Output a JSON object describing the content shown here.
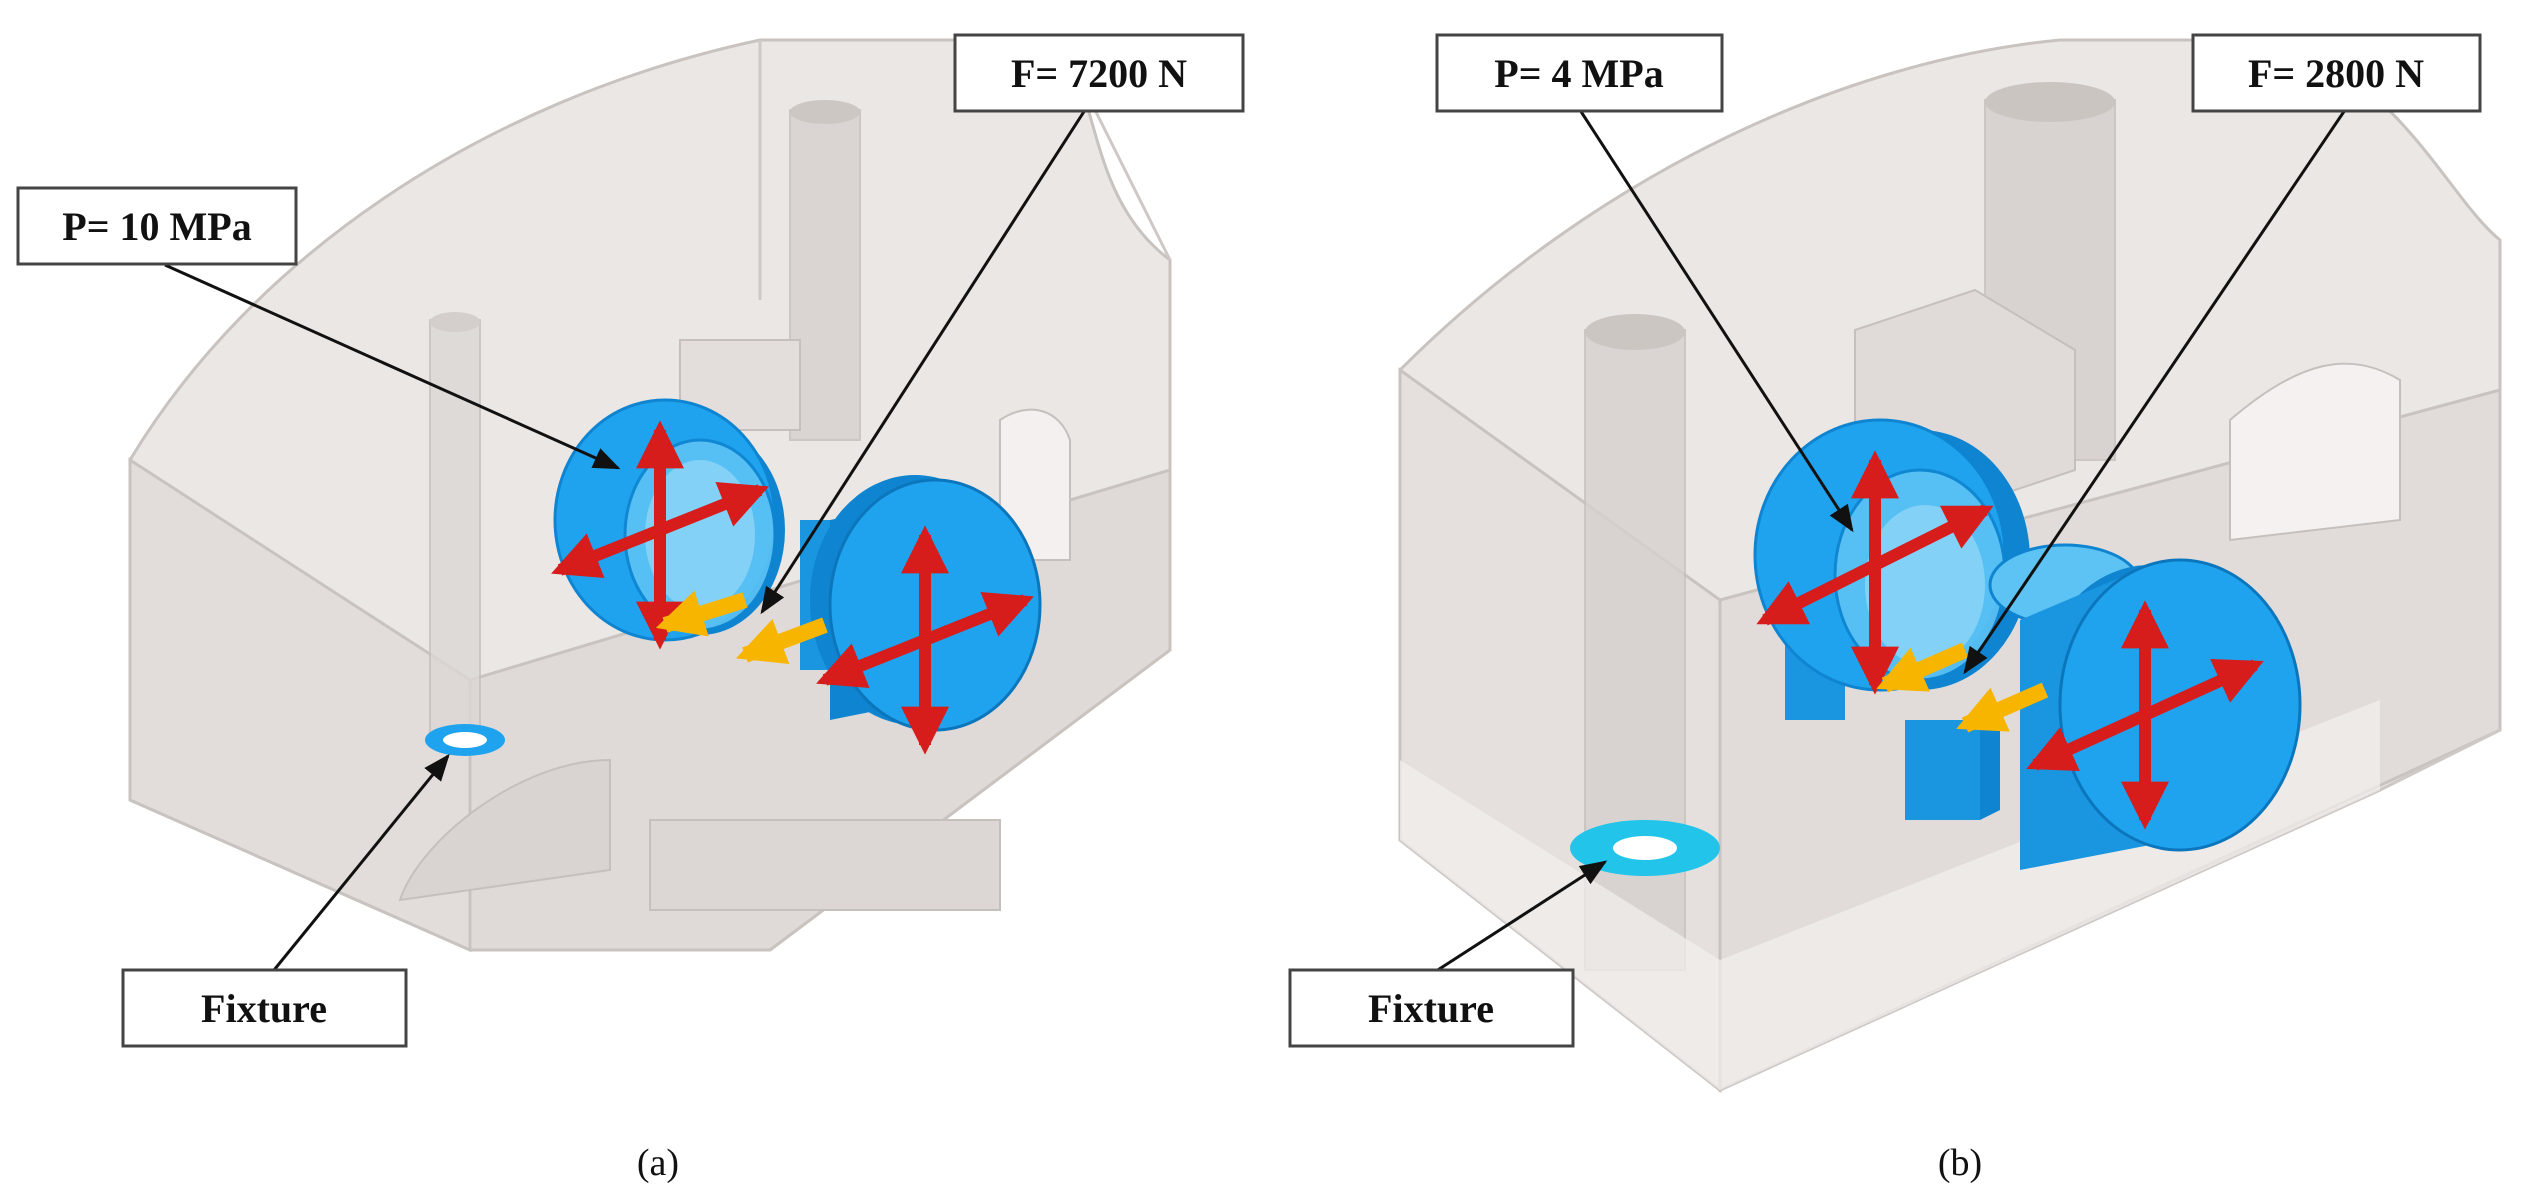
{
  "panels": [
    {
      "caption": "(a)",
      "pressure_label": "P= 10 MPa",
      "force_label": "F= 7200 N",
      "fixture_label": "Fixture"
    },
    {
      "caption": "(b)",
      "pressure_label": "P= 4 MPa",
      "force_label": "F= 2800 N",
      "fixture_label": "Fixture"
    }
  ],
  "colors": {
    "housing": "#e6e2e0",
    "housing_edge": "#c8c2bf",
    "part_blue": "#1fa3ee",
    "part_blue_dark": "#0f84d0",
    "pressure_arrow": "#d71c1c",
    "force_arrow": "#f7b500"
  }
}
